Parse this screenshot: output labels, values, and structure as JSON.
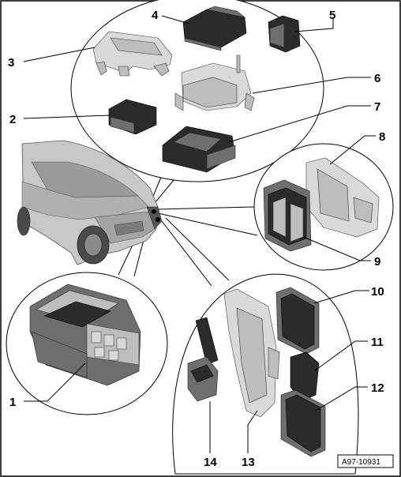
{
  "diagram": {
    "reference_code": "A97-10931",
    "callouts": [
      "1",
      "2",
      "3",
      "4",
      "5",
      "6",
      "7",
      "8",
      "9",
      "10",
      "11",
      "12",
      "13",
      "14"
    ]
  }
}
